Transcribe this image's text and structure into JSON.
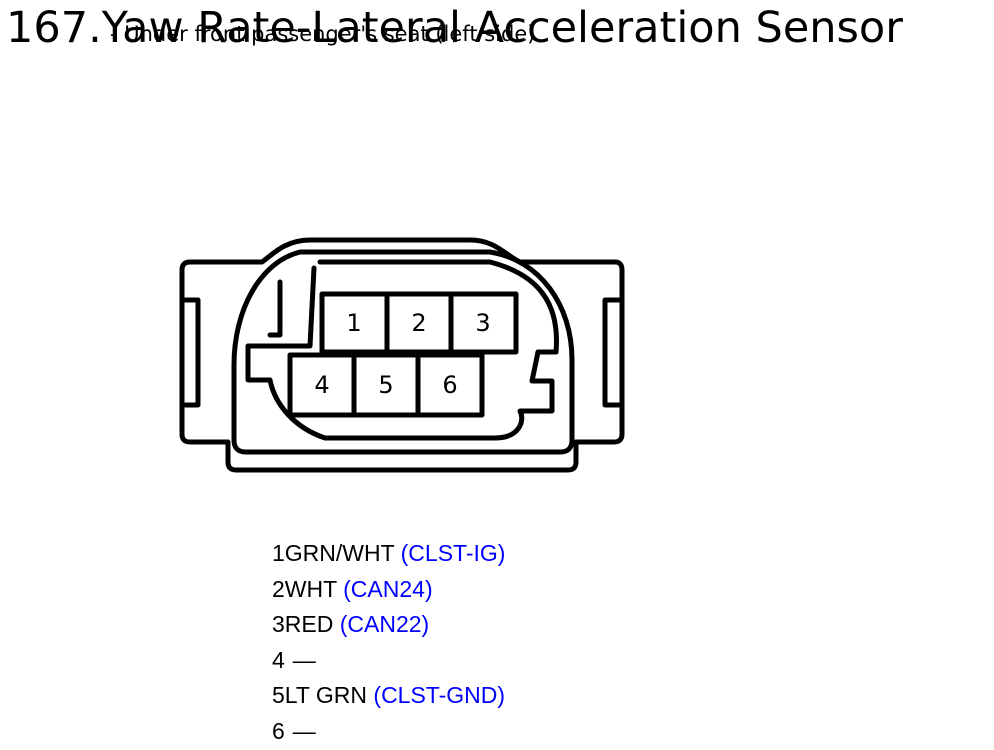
{
  "title": "167.Yaw Rate-Lateral Acceleration Sensor",
  "subtitle": "- Under front passenger's seat (left side)",
  "colors": {
    "circuit": "#0000ff",
    "outline": "#000000"
  },
  "connector": {
    "cavities": [
      "1",
      "2",
      "3",
      "4",
      "5",
      "6"
    ]
  },
  "pins": [
    {
      "num": "1",
      "wire": "GRN/WHT",
      "circuit": "(CLST-IG)"
    },
    {
      "num": "2",
      "wire": "WHT",
      "circuit": "(CAN24)"
    },
    {
      "num": "3",
      "wire": "RED",
      "circuit": "(CAN22)"
    },
    {
      "num": "4",
      "wire": "—",
      "circuit": ""
    },
    {
      "num": "5",
      "wire": "LT GRN",
      "circuit": "(CLST-GND)"
    },
    {
      "num": "6",
      "wire": "—",
      "circuit": ""
    }
  ]
}
